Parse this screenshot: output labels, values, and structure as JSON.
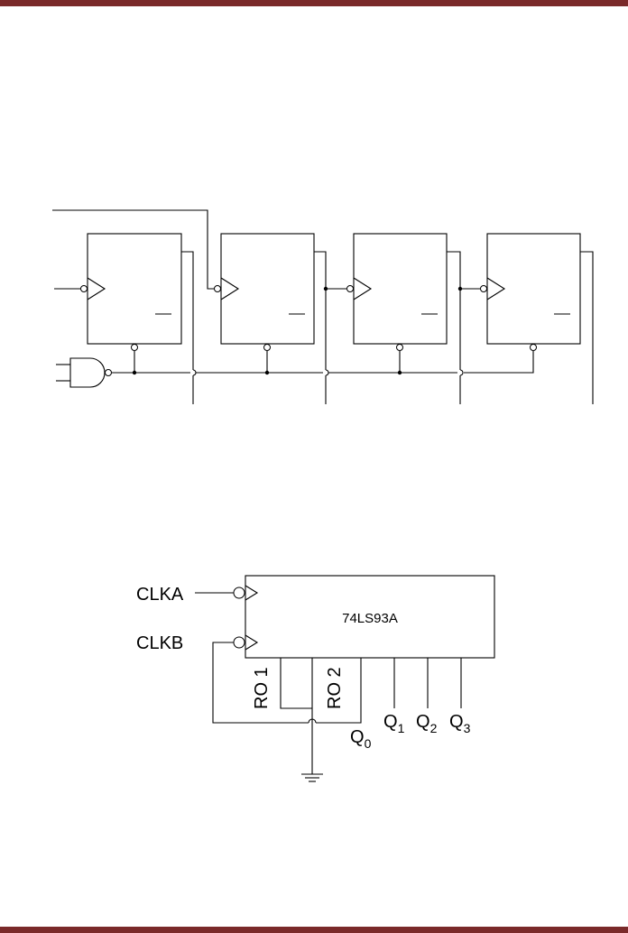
{
  "page": {
    "accent_bar_color": "#7a2a2a"
  },
  "figure_bottom": {
    "clock_a_label": "CLKA",
    "clock_b_label": "CLKB",
    "chip_label": "74LS93A",
    "reset_1_label": "RO 1",
    "reset_2_label": "RO 2",
    "outputs": [
      {
        "base": "Q",
        "sub": "0"
      },
      {
        "base": "Q",
        "sub": "1"
      },
      {
        "base": "Q",
        "sub": "2"
      },
      {
        "base": "Q",
        "sub": "3"
      }
    ],
    "icons": [
      "ground-icon",
      "clock-input-icon",
      "inversion-bubble-icon"
    ]
  },
  "figure_top": {
    "flip_flop_count": 4,
    "icons": [
      "nand-gate-icon",
      "clock-input-icon",
      "inversion-bubble-icon"
    ]
  }
}
